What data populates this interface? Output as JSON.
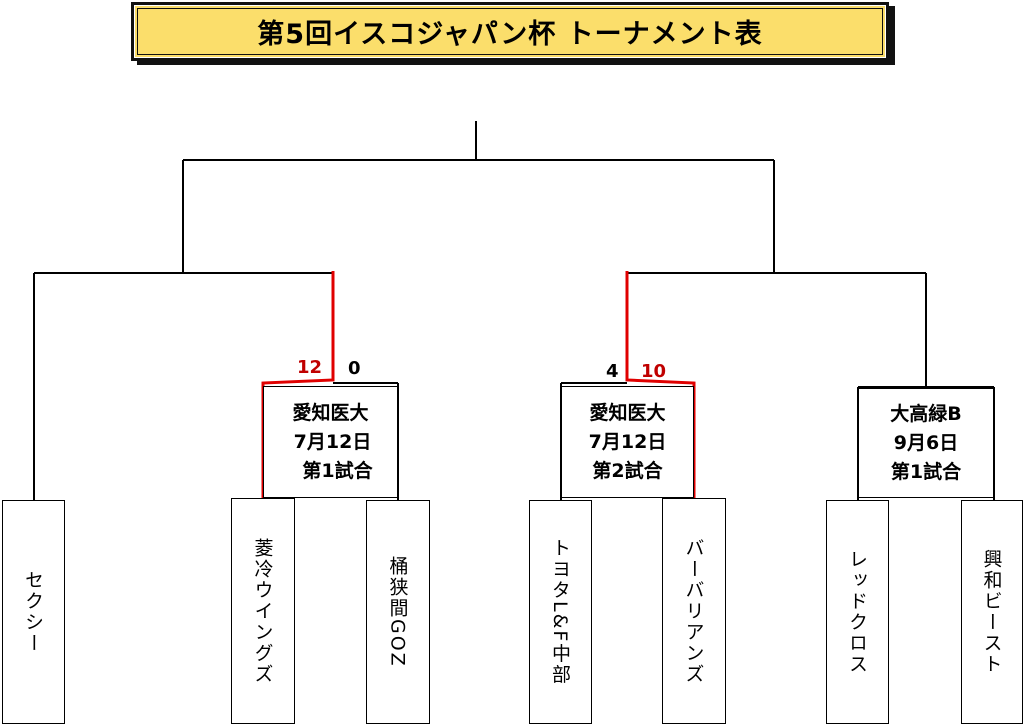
{
  "title": "第5回イスコジャパン杯 トーナメント表",
  "colors": {
    "banner_bg": "#fbde6b",
    "winner_line": "#e00000",
    "winner_score": "#c00000",
    "line": "#000000"
  },
  "matches": [
    {
      "venue": "愛知医大",
      "date": "7月12日",
      "game": "第1試合",
      "score_left": "12",
      "score_right": "0",
      "winner": "left"
    },
    {
      "venue": "愛知医大",
      "date": "7月12日",
      "game": "第2試合",
      "score_left": "4",
      "score_right": "10",
      "winner": "right"
    },
    {
      "venue": "大高緑B",
      "date": "9月6日",
      "game": "第1試合",
      "score_left": "",
      "score_right": "",
      "winner": ""
    }
  ],
  "teams": [
    "セクシー",
    "菱冷ウイングズ",
    "桶狭間GOZ",
    "トヨタL&F中部",
    "バーバリアンズ",
    "レッドクロス",
    "興和ビースト"
  ]
}
